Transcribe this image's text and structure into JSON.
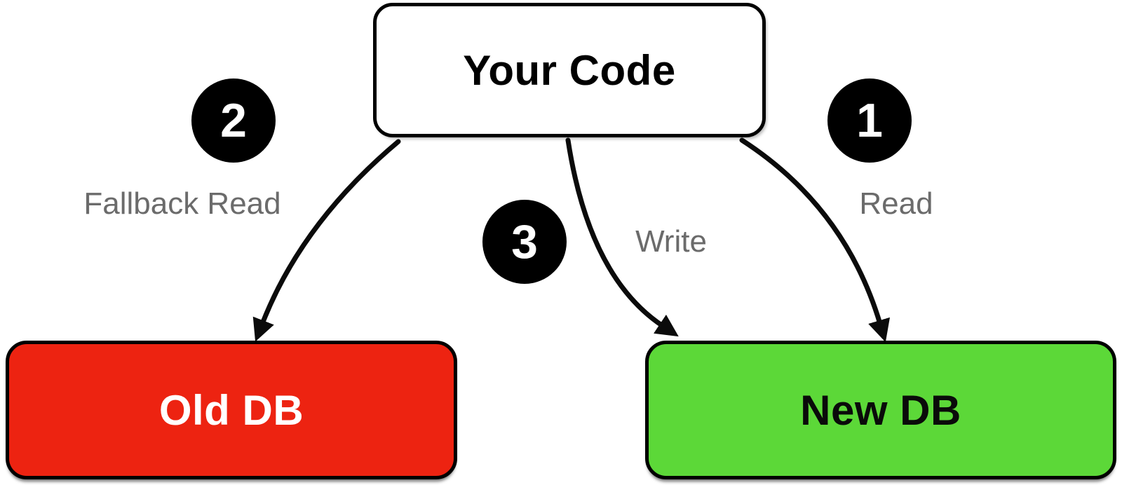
{
  "diagram": {
    "nodes": {
      "your_code": {
        "label": "Your Code",
        "fill": "#FFFFFF",
        "text_color": "#000000"
      },
      "old_db": {
        "label": "Old DB",
        "fill": "#ED2311",
        "text_color": "#FFFFFF"
      },
      "new_db": {
        "label": "New DB",
        "fill": "#5CD838",
        "text_color": "#0A0A0A"
      }
    },
    "steps": [
      {
        "number": "1",
        "label": "Read",
        "from": "your_code",
        "to": "new_db"
      },
      {
        "number": "2",
        "label": "Fallback Read",
        "from": "your_code",
        "to": "old_db"
      },
      {
        "number": "3",
        "label": "Write",
        "from": "your_code",
        "to": "new_db"
      }
    ],
    "colors": {
      "badge_fill": "#000000",
      "badge_number": "#FFFFFF",
      "step_label_text": "#6B6B6B",
      "arrow_stroke": "#0B0B0B",
      "node_border": "#000000",
      "background": "#FFFFFF"
    }
  }
}
